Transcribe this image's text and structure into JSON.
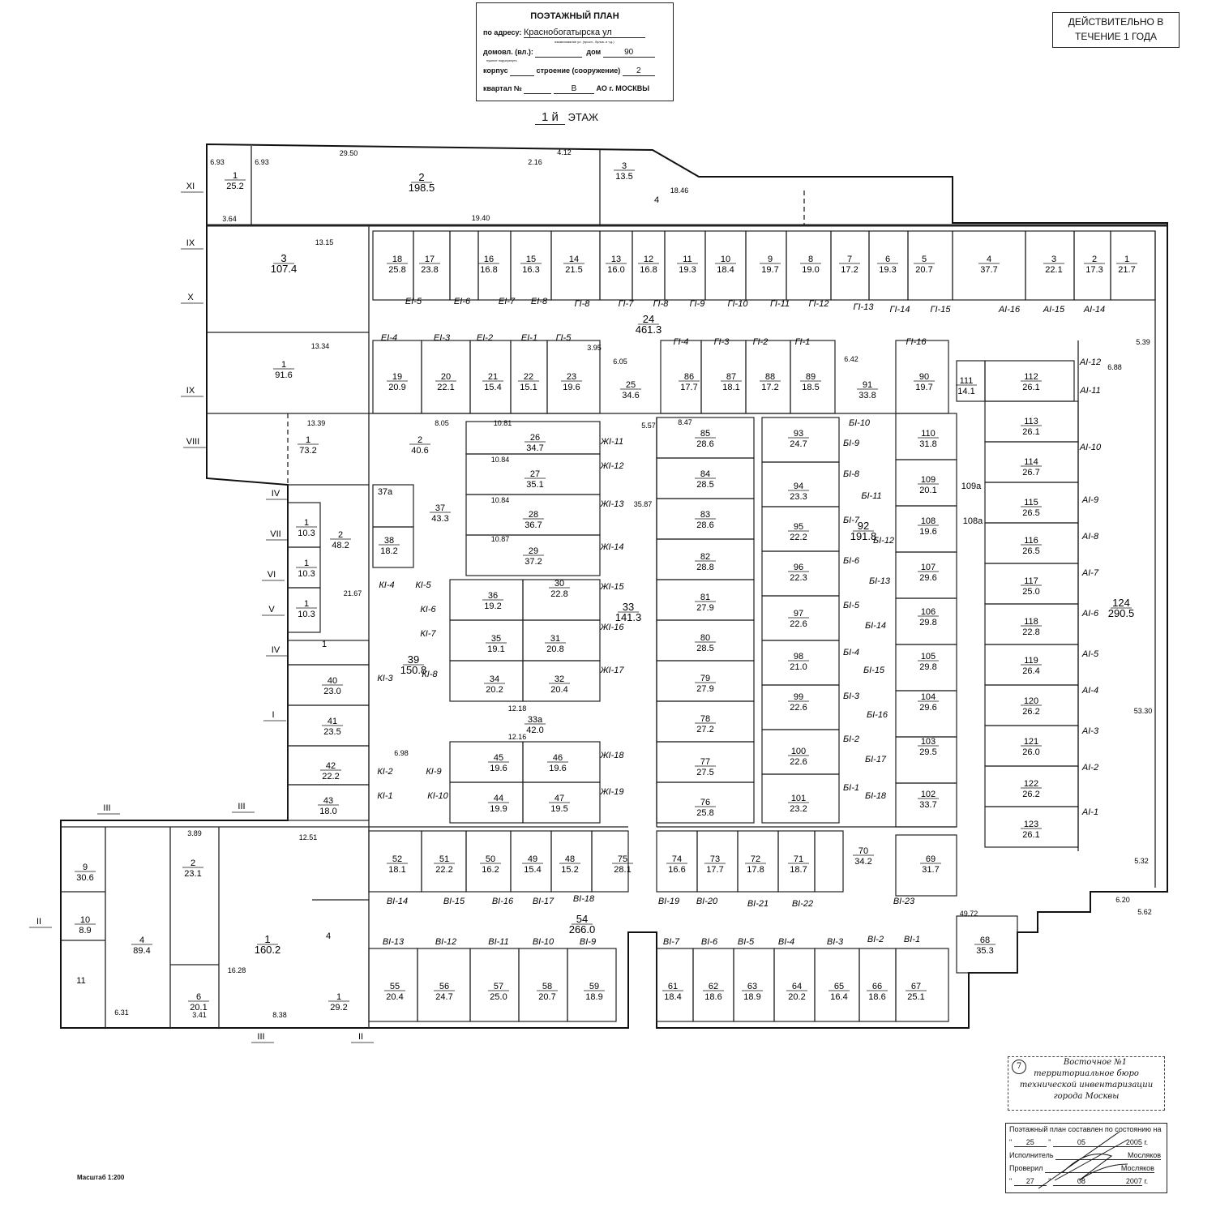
{
  "title_block": {
    "heading": "ПОЭТАЖНЫЙ ПЛАН",
    "address_label": "по адресу:",
    "address_value": "Краснобогатырска ул",
    "address_hint": "наименование ул. (просп., бульв. и т.д.)",
    "domovl_label": "домовл. (вл.):",
    "dom_label": "дом",
    "dom_value": "90",
    "underline_hint": "нужное подчеркнуть",
    "korpus_label": "корпус",
    "stroenie_label": "строение (сооружение)",
    "stroenie_value": "2",
    "kvartal_label": "квартал №",
    "ao_value": "В",
    "ao_label": "АО г. МОСКВЫ"
  },
  "floor": {
    "number": "1 й",
    "label": "ЭТАЖ"
  },
  "validity": {
    "line1": "ДЕЙСТВИТЕЛЬНО В",
    "line2": "ТЕЧЕНИЕ 1 ГОДА"
  },
  "scale": "Масштаб 1:200",
  "stamp": {
    "number": "7",
    "line1": "Восточное №1",
    "line2": "территориальное бюро",
    "line3": "технической инвентаризации",
    "line4": "города Москвы"
  },
  "status_block": {
    "heading": "Поэтажный план составлен по состоянию на",
    "day1": "25",
    "month1": "05",
    "year1": "2005",
    "year_suffix": "г.",
    "executor_label": "Исполнитель",
    "executor": "Мосляков",
    "checked_label": "Проверил",
    "checker": "Мосляков",
    "day2": "27",
    "month2": "08",
    "year2": "2007"
  },
  "rooms": [
    {
      "num": "1",
      "area": "25.2"
    },
    {
      "num": "2",
      "area": "198.5"
    },
    {
      "num": "3",
      "area": "13.5"
    },
    {
      "num": "4",
      "area": ""
    },
    {
      "num": "3",
      "area": "107.4"
    },
    {
      "num": "1",
      "area": "91.6"
    },
    {
      "num": "1",
      "area": "73.2"
    },
    {
      "num": "2",
      "area": "40.6"
    },
    {
      "num": "18",
      "area": "25.8"
    },
    {
      "num": "17",
      "area": "23.8"
    },
    {
      "num": "16",
      "area": "16.8"
    },
    {
      "num": "15",
      "area": "16.3"
    },
    {
      "num": "14",
      "area": "21.5"
    },
    {
      "num": "13",
      "area": "16.0"
    },
    {
      "num": "12",
      "area": "16.8"
    },
    {
      "num": "11",
      "area": "19.3"
    },
    {
      "num": "10",
      "area": "18.4"
    },
    {
      "num": "9",
      "area": "19.7"
    },
    {
      "num": "8",
      "area": "19.0"
    },
    {
      "num": "7",
      "area": "17.2"
    },
    {
      "num": "6",
      "area": "19.3"
    },
    {
      "num": "5",
      "area": "20.7"
    },
    {
      "num": "4",
      "area": "37.7"
    },
    {
      "num": "3",
      "area": "22.1"
    },
    {
      "num": "2",
      "area": "17.3"
    },
    {
      "num": "1",
      "area": "21.7"
    },
    {
      "num": "24",
      "area": "461.3"
    },
    {
      "num": "19",
      "area": "20.9"
    },
    {
      "num": "20",
      "area": "22.1"
    },
    {
      "num": "21",
      "area": "15.4"
    },
    {
      "num": "22",
      "area": "15.1"
    },
    {
      "num": "23",
      "area": "19.6"
    },
    {
      "num": "25",
      "area": "34.6"
    },
    {
      "num": "86",
      "area": "17.7"
    },
    {
      "num": "87",
      "area": "18.1"
    },
    {
      "num": "88",
      "area": "17.2"
    },
    {
      "num": "89",
      "area": "18.5"
    },
    {
      "num": "91",
      "area": "33.8"
    },
    {
      "num": "90",
      "area": "19.7"
    },
    {
      "num": "111",
      "area": "14.1"
    },
    {
      "num": "112",
      "area": "26.1"
    },
    {
      "num": "26",
      "area": "34.7"
    },
    {
      "num": "27",
      "area": "35.1"
    },
    {
      "num": "28",
      "area": "36.7"
    },
    {
      "num": "29",
      "area": "37.2"
    },
    {
      "num": "37a",
      "area": ""
    },
    {
      "num": "37",
      "area": "43.3"
    },
    {
      "num": "38",
      "area": "18.2"
    },
    {
      "num": "36",
      "area": "19.2"
    },
    {
      "num": "30",
      "area": "22.8"
    },
    {
      "num": "33",
      "area": "141.3"
    },
    {
      "num": "35",
      "area": "19.1"
    },
    {
      "num": "31",
      "area": "20.8"
    },
    {
      "num": "34",
      "area": "20.2"
    },
    {
      "num": "32",
      "area": "20.4"
    },
    {
      "num": "39",
      "area": "150.8"
    },
    {
      "num": "33a",
      "area": "42.0"
    },
    {
      "num": "45",
      "area": "19.6"
    },
    {
      "num": "46",
      "area": "19.6"
    },
    {
      "num": "44",
      "area": "19.9"
    },
    {
      "num": "47",
      "area": "19.5"
    },
    {
      "num": "85",
      "area": "28.6"
    },
    {
      "num": "84",
      "area": "28.5"
    },
    {
      "num": "83",
      "area": "28.6"
    },
    {
      "num": "82",
      "area": "28.8"
    },
    {
      "num": "81",
      "area": "27.9"
    },
    {
      "num": "80",
      "area": "28.5"
    },
    {
      "num": "79",
      "area": "27.9"
    },
    {
      "num": "78",
      "area": "27.2"
    },
    {
      "num": "77",
      "area": "27.5"
    },
    {
      "num": "76",
      "area": "25.8"
    },
    {
      "num": "93",
      "area": "24.7"
    },
    {
      "num": "94",
      "area": "23.3"
    },
    {
      "num": "95",
      "area": "22.2"
    },
    {
      "num": "96",
      "area": "22.3"
    },
    {
      "num": "97",
      "area": "22.6"
    },
    {
      "num": "98",
      "area": "21.0"
    },
    {
      "num": "99",
      "area": "22.6"
    },
    {
      "num": "100",
      "area": "22.6"
    },
    {
      "num": "101",
      "area": "23.2"
    },
    {
      "num": "92",
      "area": "191.8"
    },
    {
      "num": "110",
      "area": "31.8"
    },
    {
      "num": "109",
      "area": "20.1"
    },
    {
      "num": "108",
      "area": "19.6"
    },
    {
      "num": "107",
      "area": "29.6"
    },
    {
      "num": "106",
      "area": "29.8"
    },
    {
      "num": "105",
      "area": "29.8"
    },
    {
      "num": "104",
      "area": "29.6"
    },
    {
      "num": "103",
      "area": "29.5"
    },
    {
      "num": "102",
      "area": "33.7"
    },
    {
      "num": "109a",
      "area": ""
    },
    {
      "num": "108a",
      "area": ""
    },
    {
      "num": "113",
      "area": "26.1"
    },
    {
      "num": "114",
      "area": "26.7"
    },
    {
      "num": "115",
      "area": "26.5"
    },
    {
      "num": "116",
      "area": "26.5"
    },
    {
      "num": "117",
      "area": "25.0"
    },
    {
      "num": "118",
      "area": "22.8"
    },
    {
      "num": "119",
      "area": "26.4"
    },
    {
      "num": "120",
      "area": "26.2"
    },
    {
      "num": "121",
      "area": "26.0"
    },
    {
      "num": "122",
      "area": "26.2"
    },
    {
      "num": "123",
      "area": "26.1"
    },
    {
      "num": "124",
      "area": "290.5"
    },
    {
      "num": "1",
      "area": "10.3"
    },
    {
      "num": "1",
      "area": "10.3"
    },
    {
      "num": "1",
      "area": "10.3"
    },
    {
      "num": "2",
      "area": "48.2"
    },
    {
      "num": "1",
      "area": ""
    },
    {
      "num": "40",
      "area": "23.0"
    },
    {
      "num": "41",
      "area": "23.5"
    },
    {
      "num": "42",
      "area": "22.2"
    },
    {
      "num": "43",
      "area": "18.0"
    },
    {
      "num": "52",
      "area": "18.1"
    },
    {
      "num": "51",
      "area": "22.2"
    },
    {
      "num": "50",
      "area": "16.2"
    },
    {
      "num": "49",
      "area": "15.4"
    },
    {
      "num": "48",
      "area": "15.2"
    },
    {
      "num": "75",
      "area": "28.1"
    },
    {
      "num": "74",
      "area": "16.6"
    },
    {
      "num": "73",
      "area": "17.7"
    },
    {
      "num": "72",
      "area": "17.8"
    },
    {
      "num": "71",
      "area": "18.7"
    },
    {
      "num": "70",
      "area": "34.2"
    },
    {
      "num": "69",
      "area": "31.7"
    },
    {
      "num": "54",
      "area": "266.0"
    },
    {
      "num": "68",
      "area": "35.3"
    },
    {
      "num": "55",
      "area": "20.4"
    },
    {
      "num": "56",
      "area": "24.7"
    },
    {
      "num": "57",
      "area": "25.0"
    },
    {
      "num": "58",
      "area": "20.7"
    },
    {
      "num": "59",
      "area": "18.9"
    },
    {
      "num": "61",
      "area": "18.4"
    },
    {
      "num": "62",
      "area": "18.6"
    },
    {
      "num": "63",
      "area": "18.9"
    },
    {
      "num": "64",
      "area": "20.2"
    },
    {
      "num": "65",
      "area": "16.4"
    },
    {
      "num": "66",
      "area": "18.6"
    },
    {
      "num": "67",
      "area": "25.1"
    },
    {
      "num": "9",
      "area": "30.6"
    },
    {
      "num": "2",
      "area": "23.1"
    },
    {
      "num": "4",
      "area": "89.4"
    },
    {
      "num": "1",
      "area": "160.2"
    },
    {
      "num": "6",
      "area": "20.1"
    },
    {
      "num": "1",
      "area": "29.2"
    },
    {
      "num": "10",
      "area": "8.9"
    },
    {
      "num": "11",
      "area": ""
    },
    {
      "num": "4",
      "area": ""
    }
  ],
  "corridor_labels": [
    "ЕI-5",
    "ЕI-6",
    "ЕI-7",
    "ЕI-8",
    "ГI-8",
    "ГI-7",
    "ГI-8",
    "ГI-9",
    "ГI-10",
    "ГI-11",
    "ГI-12",
    "ГI-13",
    "ГI-14",
    "ГI-15",
    "АI-16",
    "АI-15",
    "АI-14",
    "ЕI-4",
    "ЕI-3",
    "ЕI-2",
    "ЕI-1",
    "ГI-5",
    "ГI-4",
    "ГI-3",
    "ГI-2",
    "ГI-1",
    "ГI-16",
    "АI-12",
    "АI-11",
    "АI-10",
    "АI-9",
    "АI-8",
    "АI-7",
    "АI-6",
    "АI-5",
    "АI-4",
    "АI-3",
    "АI-2",
    "АI-1",
    "БI-10",
    "БI-9",
    "БI-8",
    "БI-7",
    "БI-6",
    "БI-5",
    "БI-4",
    "БI-3",
    "БI-2",
    "БI-1",
    "БI-11",
    "БI-12",
    "БI-13",
    "БI-14",
    "БI-15",
    "БI-16",
    "БI-17",
    "БI-18",
    "КI-4",
    "КI-5",
    "КI-6",
    "КI-7",
    "КI-8",
    "КI-3",
    "КI-2",
    "КI-1",
    "КI-9",
    "КI-10",
    "ЖI-11",
    "ЖI-12",
    "ЖI-13",
    "ЖI-14",
    "ЖI-15",
    "ЖI-16",
    "ЖI-17",
    "ЖI-18",
    "ЖI-19",
    "ВI-14",
    "ВI-15",
    "ВI-16",
    "ВI-17",
    "ВI-18",
    "ВI-19",
    "ВI-20",
    "ВI-21",
    "ВI-22",
    "ВI-23",
    "ВI-13",
    "ВI-12",
    "ВI-11",
    "ВI-10",
    "ВI-9",
    "ВI-7",
    "ВI-6",
    "ВI-5",
    "ВI-4",
    "ВI-3",
    "ВI-2",
    "ВI-1"
  ],
  "axis_marks": [
    "XI",
    "IX",
    "X",
    "IX",
    "VIII",
    "IV",
    "VII",
    "VI",
    "V",
    "IV",
    "I",
    "III",
    "III",
    "II",
    "III",
    "II"
  ],
  "dimensions": [
    "29.50",
    "19.40",
    "18.46",
    "13.15",
    "13.34",
    "13.39",
    "8.05",
    "10.81",
    "10.84",
    "10.84",
    "10.87",
    "12.16",
    "12.18",
    "6.98",
    "12.51",
    "3.89",
    "6.31",
    "3.41",
    "8.38",
    "16.28",
    "49.72",
    "53.30",
    "6.88",
    "6.42",
    "5.57",
    "6.05",
    "3.95",
    "2.16",
    "4.12",
    "3.64",
    "6.93",
    "6.93",
    "6.20",
    "5.32",
    "5.62",
    "5.39",
    "21.67",
    "35.87",
    "8.47"
  ]
}
